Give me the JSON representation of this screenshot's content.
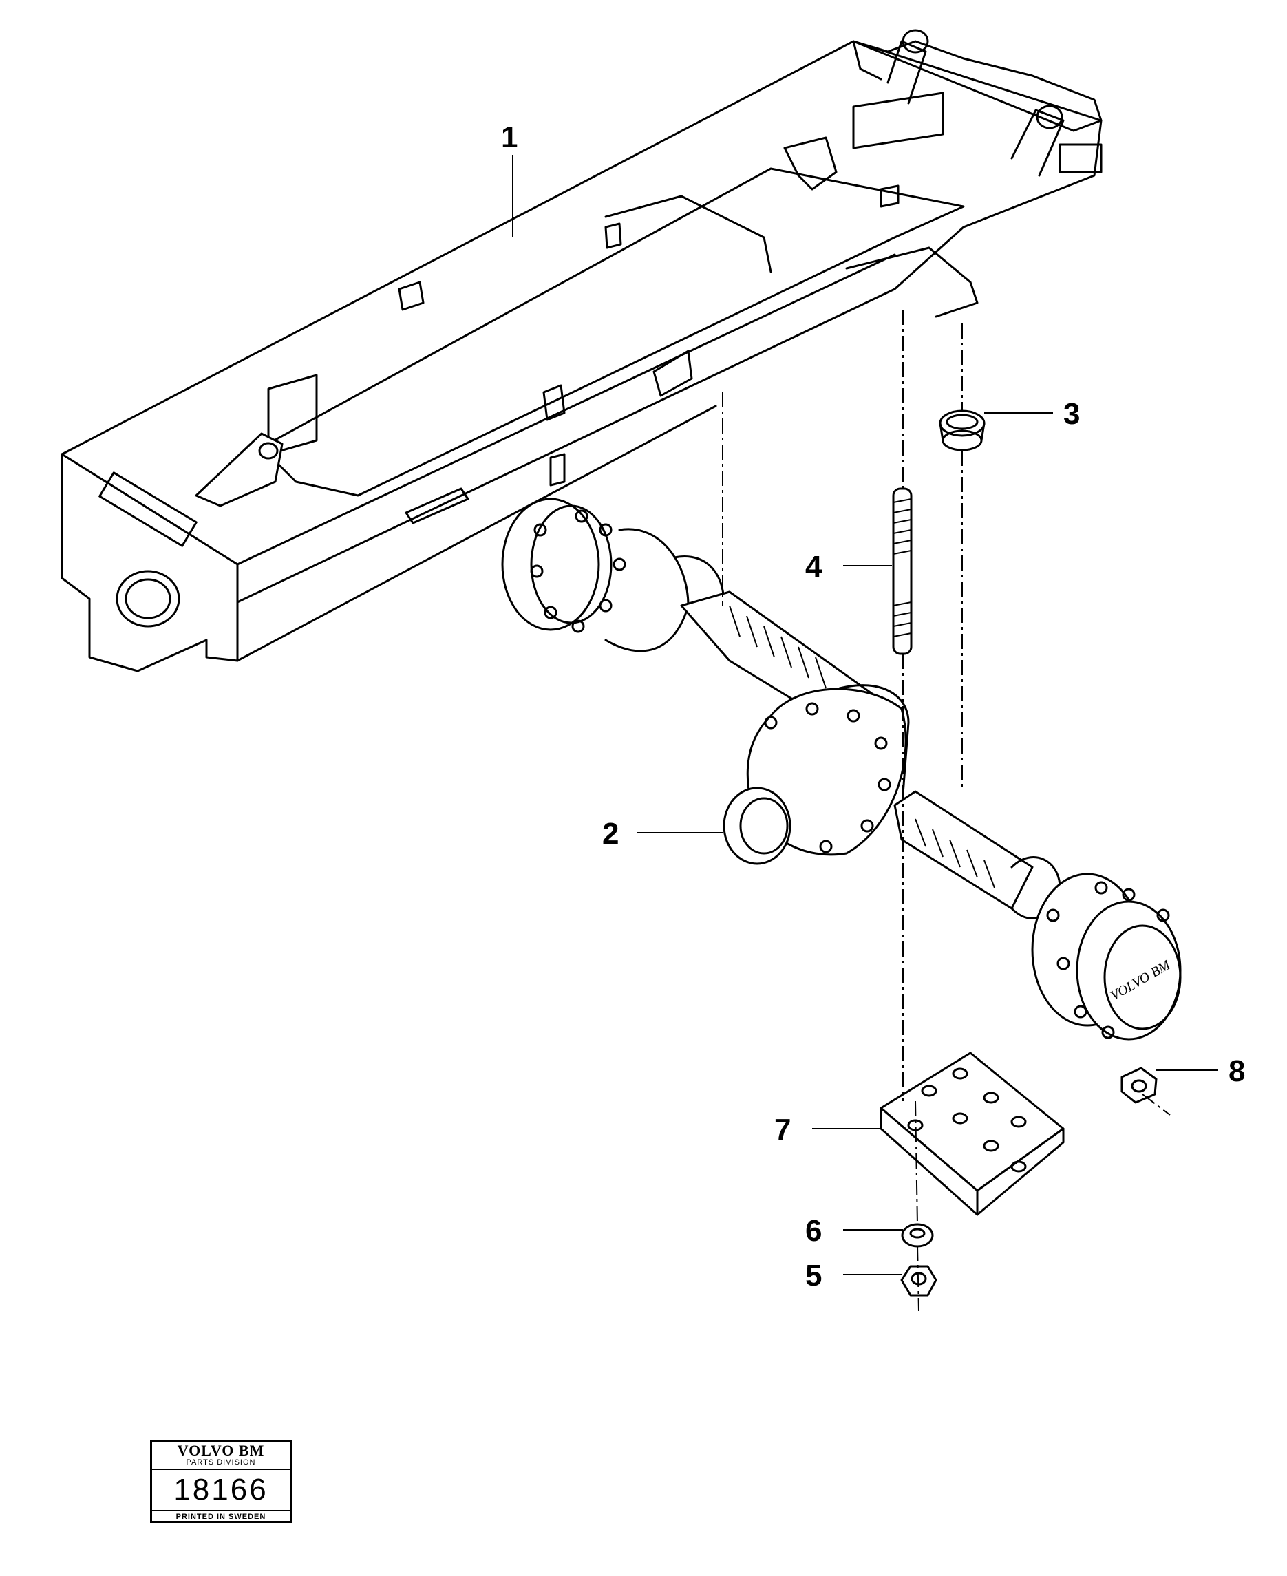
{
  "callouts": [
    {
      "id": "1",
      "label": "1"
    },
    {
      "id": "2",
      "label": "2"
    },
    {
      "id": "3",
      "label": "3"
    },
    {
      "id": "4",
      "label": "4"
    },
    {
      "id": "5",
      "label": "5"
    },
    {
      "id": "6",
      "label": "6"
    },
    {
      "id": "7",
      "label": "7"
    },
    {
      "id": "8",
      "label": "8"
    }
  ],
  "stamp": {
    "brand": "VOLVO BM",
    "division": "PARTS DIVISION",
    "number": "18166",
    "printed": "PRINTED IN SWEDEN"
  },
  "hub_cap_text": "VOLVO BM"
}
